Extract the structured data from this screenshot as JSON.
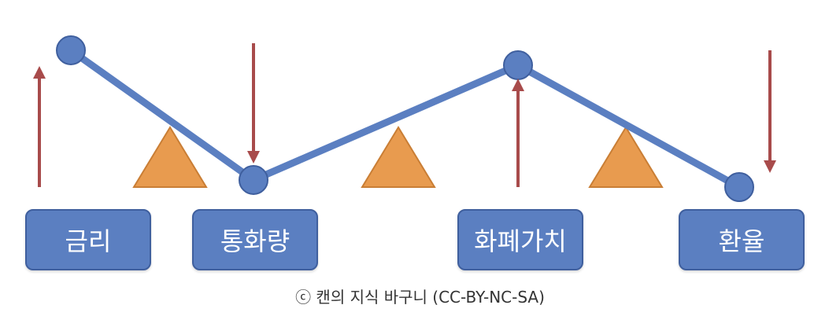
{
  "labels": {
    "interest_rate": "금리",
    "money_supply": "통화량",
    "currency_value": "화폐가치",
    "exchange_rate": "환율"
  },
  "caption": "ⓒ 캔의 지식 바구니 (CC-BY-NC-SA)",
  "colors": {
    "line": "#5b7fc1",
    "node_fill": "#5b7fc1",
    "node_stroke": "#3f5f9e",
    "arrow": "#a84b4b",
    "fulcrum": "#e89b4f",
    "fulcrum_stroke": "#c97e35",
    "box": "#5b7fc1"
  },
  "direction": {
    "interest_rate": "up",
    "money_supply": "down",
    "currency_value": "up",
    "exchange_rate": "down"
  }
}
